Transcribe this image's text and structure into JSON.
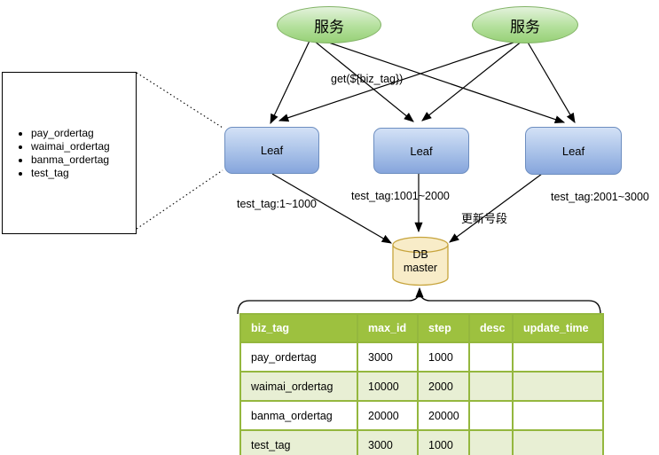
{
  "colors": {
    "service_fill": "#97d077",
    "service_border": "#82b366",
    "leaf_fill": "#86a5dc",
    "leaf_border": "#6d8ec0",
    "db_fill": "#f8ecc8",
    "db_border": "#c7a43c",
    "table_header_bg": "#9dc13f",
    "table_alt_row_bg": "#e8efd4",
    "table_border": "#94b73e",
    "connector": "#000000"
  },
  "diagram": {
    "services": [
      {
        "label": "服务"
      },
      {
        "label": "服务"
      }
    ],
    "leaves": [
      {
        "label": "Leaf"
      },
      {
        "label": "Leaf"
      },
      {
        "label": "Leaf"
      }
    ],
    "edge_labels": {
      "get_call": "get(${biz_tag})",
      "segment_leaf1": "test_tag:1~1000",
      "segment_leaf2": "test_tag:1001~2000",
      "segment_leaf3": "test_tag:2001~3000",
      "update_segment": "更新号段"
    },
    "db": {
      "line1": "DB",
      "line2": "master"
    },
    "tag_list": [
      "pay_ordertag",
      "waimai_ordertag",
      "banma_ordertag",
      "test_tag"
    ]
  },
  "table": {
    "headers": [
      "biz_tag",
      "max_id",
      "step",
      "desc",
      "update_time"
    ],
    "rows": [
      [
        "pay_ordertag",
        "3000",
        "1000",
        "",
        ""
      ],
      [
        "waimai_ordertag",
        "10000",
        "2000",
        "",
        ""
      ],
      [
        "banma_ordertag",
        "20000",
        "20000",
        "",
        ""
      ],
      [
        "test_tag",
        "3000",
        "1000",
        "",
        ""
      ]
    ]
  }
}
